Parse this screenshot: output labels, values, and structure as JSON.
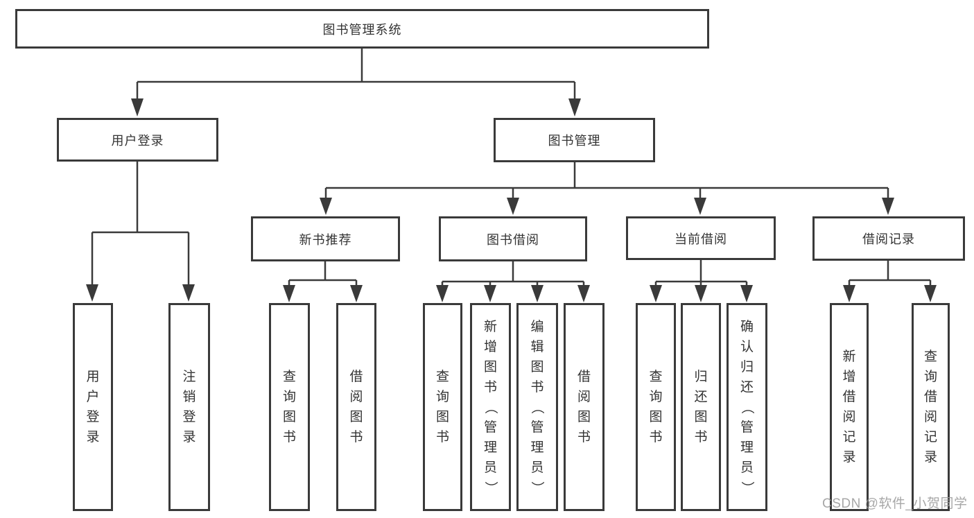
{
  "diagram": {
    "root": {
      "label": "图书管理系统",
      "children": [
        {
          "label": "用户登录",
          "children": [
            {
              "label": "用户登录"
            },
            {
              "label": "注销登录"
            }
          ]
        },
        {
          "label": "图书管理",
          "children": [
            {
              "label": "新书推荐",
              "children": [
                {
                  "label": "查询图书"
                },
                {
                  "label": "借阅图书"
                }
              ]
            },
            {
              "label": "图书借阅",
              "children": [
                {
                  "label": "查询图书"
                },
                {
                  "label": "新增图书（管理员）"
                },
                {
                  "label": "编辑图书（管理员）"
                },
                {
                  "label": "借阅图书"
                }
              ]
            },
            {
              "label": "当前借阅",
              "children": [
                {
                  "label": "查询图书"
                },
                {
                  "label": "归还图书"
                },
                {
                  "label": "确认归还（管理员）"
                }
              ]
            },
            {
              "label": "借阅记录",
              "children": [
                {
                  "label": "新增借阅记录"
                },
                {
                  "label": "查询借阅记录"
                }
              ]
            }
          ]
        }
      ]
    }
  },
  "watermark": {
    "text": "CSDN @软件_小贺同学"
  },
  "colors": {
    "line": "#3a3a3a",
    "text": "#333333",
    "background": "#ffffff",
    "watermark": "#9b9b9b"
  }
}
